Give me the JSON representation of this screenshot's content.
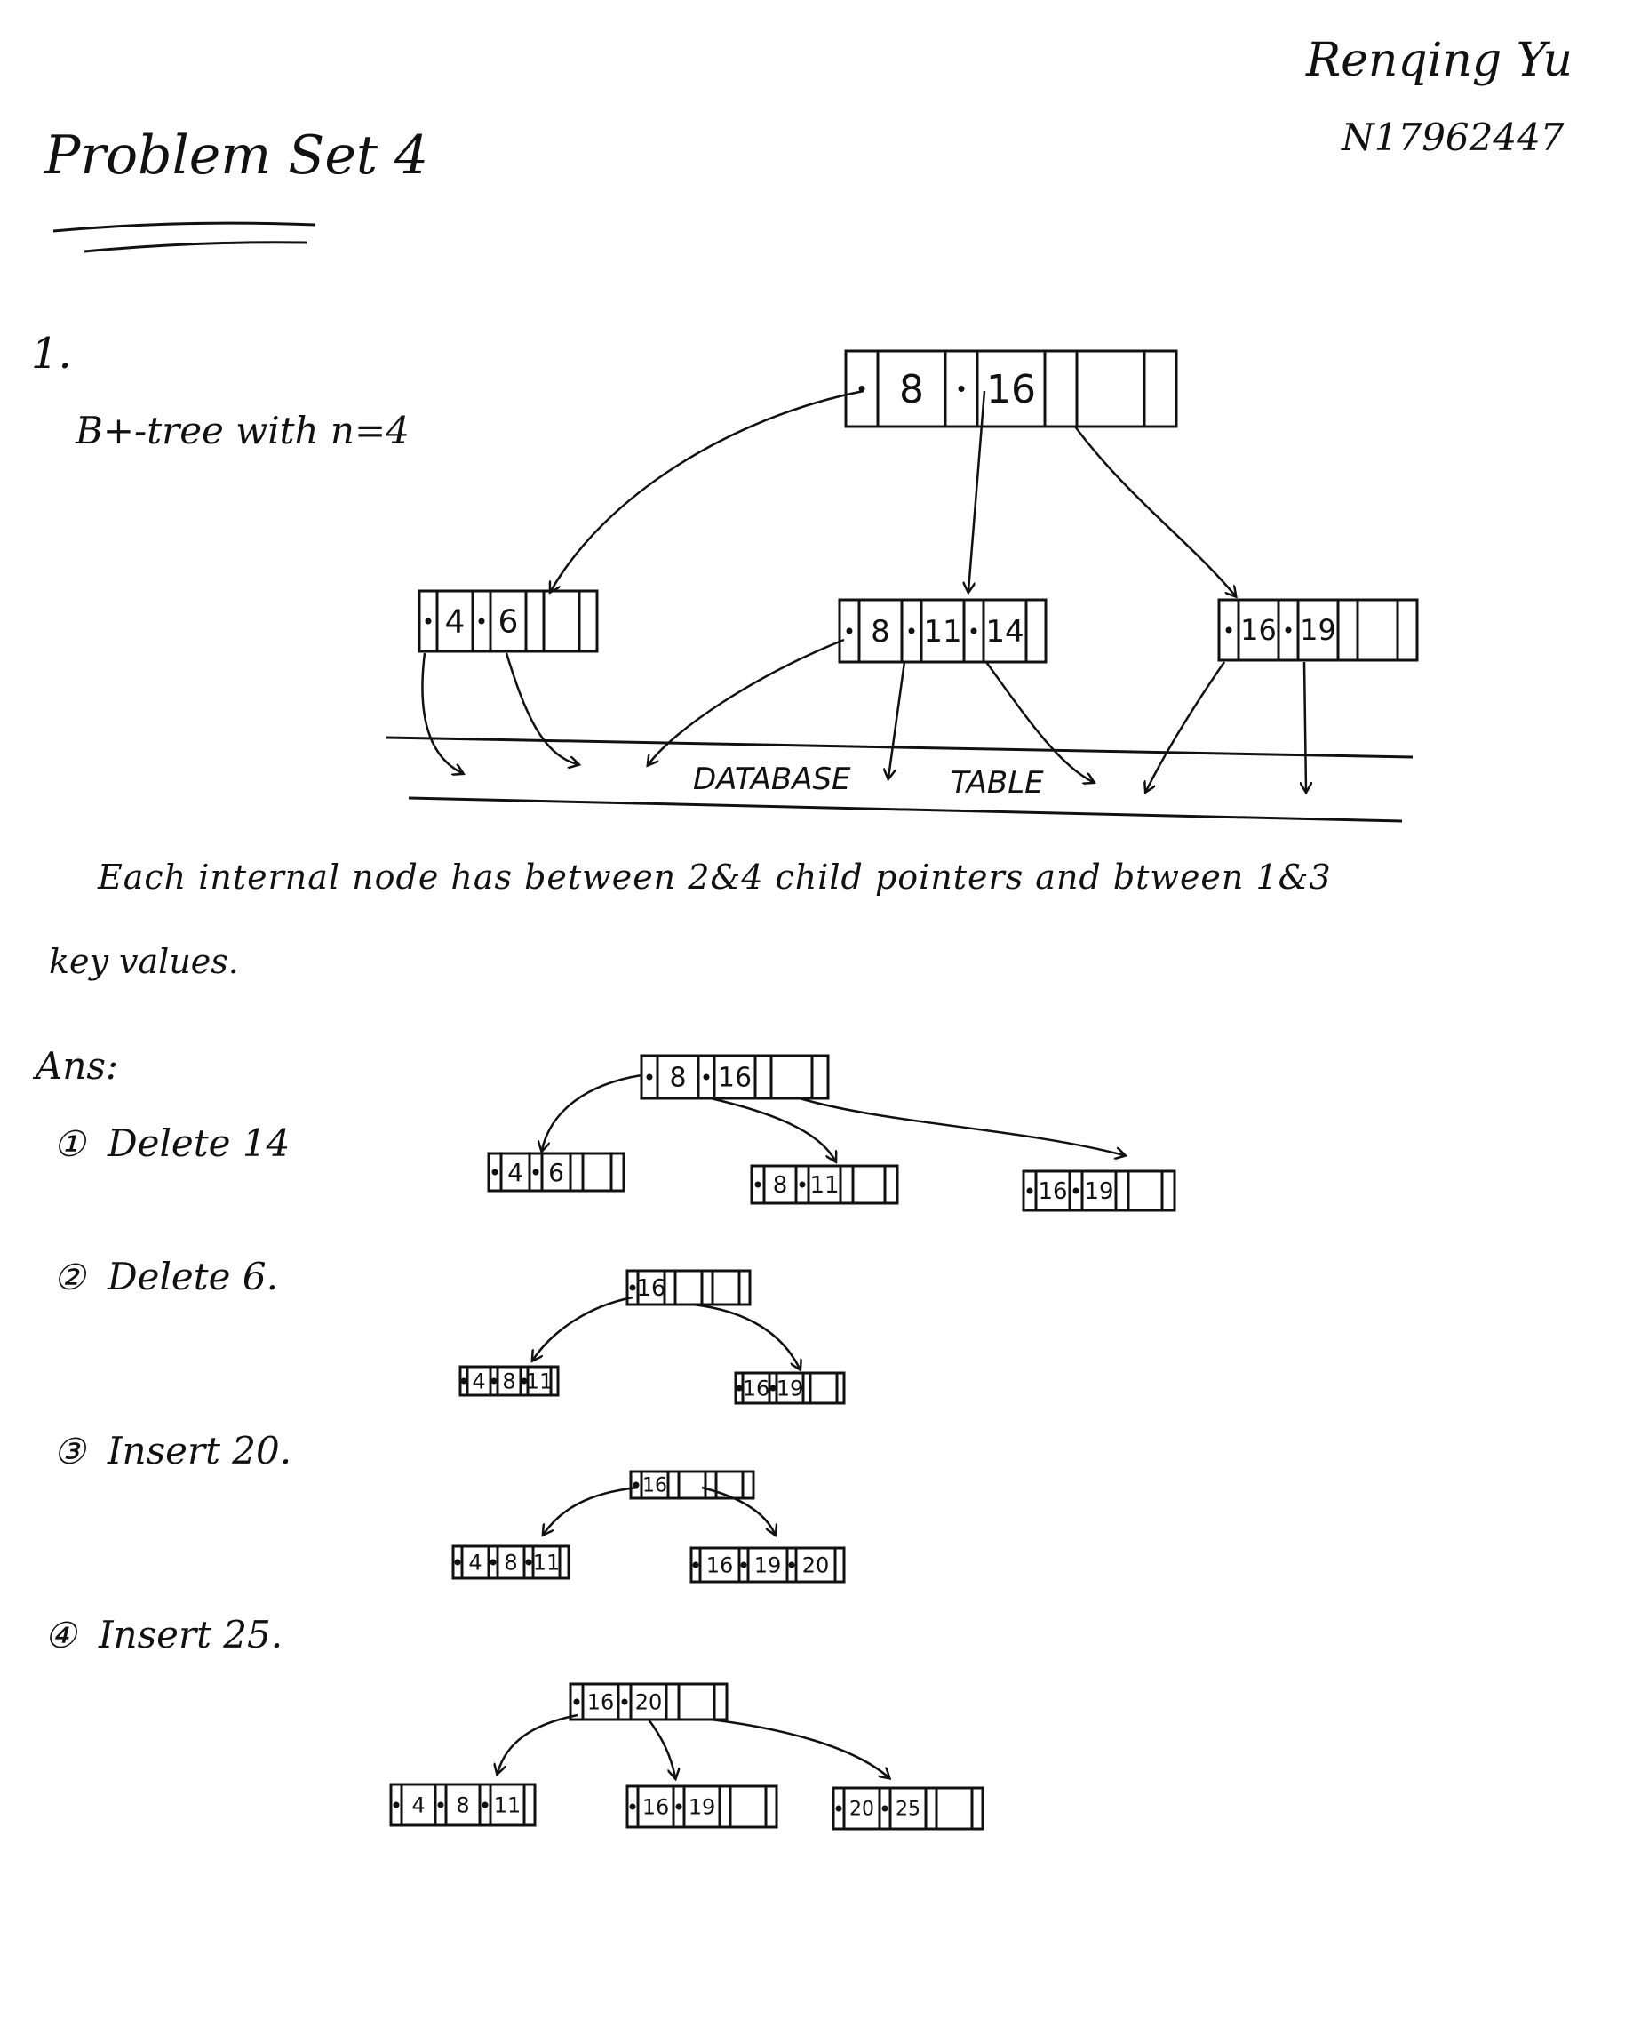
{
  "header": {
    "title": "Problem Set 4",
    "author": "Renqing Yu",
    "student_id": "N17962447"
  },
  "problem": {
    "number": "1.",
    "subtitle": "B+-tree with n=4",
    "description_line1": "Each internal node has between 2&4 child pointers and btween 1&3",
    "description_line2": "key values.",
    "database_label": "DATABASE",
    "table_label": "TABLE"
  },
  "answer": {
    "label": "Ans:",
    "steps": [
      {
        "marker": "①",
        "text": "Delete 14"
      },
      {
        "marker": "②",
        "text": "Delete 6."
      },
      {
        "marker": "③",
        "text": "Insert 20."
      },
      {
        "marker": "④",
        "text": "Insert 25."
      }
    ]
  },
  "trees": {
    "original": {
      "root": [
        "8",
        "16"
      ],
      "leaves": [
        [
          "4",
          "6"
        ],
        [
          "8",
          "11",
          "14"
        ],
        [
          "16",
          "19"
        ]
      ]
    },
    "step1": {
      "root": [
        "8",
        "16"
      ],
      "leaves": [
        [
          "4",
          "6"
        ],
        [
          "8",
          "11"
        ],
        [
          "16",
          "19"
        ]
      ]
    },
    "step2": {
      "root": [
        "16"
      ],
      "leaves": [
        [
          "4",
          "8",
          "11"
        ],
        [
          "16",
          "19"
        ]
      ]
    },
    "step3": {
      "root": [
        "16"
      ],
      "leaves": [
        [
          "4",
          "8",
          "11"
        ],
        [
          "16",
          "19",
          "20"
        ]
      ]
    },
    "step4": {
      "root": [
        "16",
        "20"
      ],
      "leaves": [
        [
          "4",
          "8",
          "11"
        ],
        [
          "16",
          "19"
        ],
        [
          "20",
          "25"
        ]
      ]
    }
  }
}
